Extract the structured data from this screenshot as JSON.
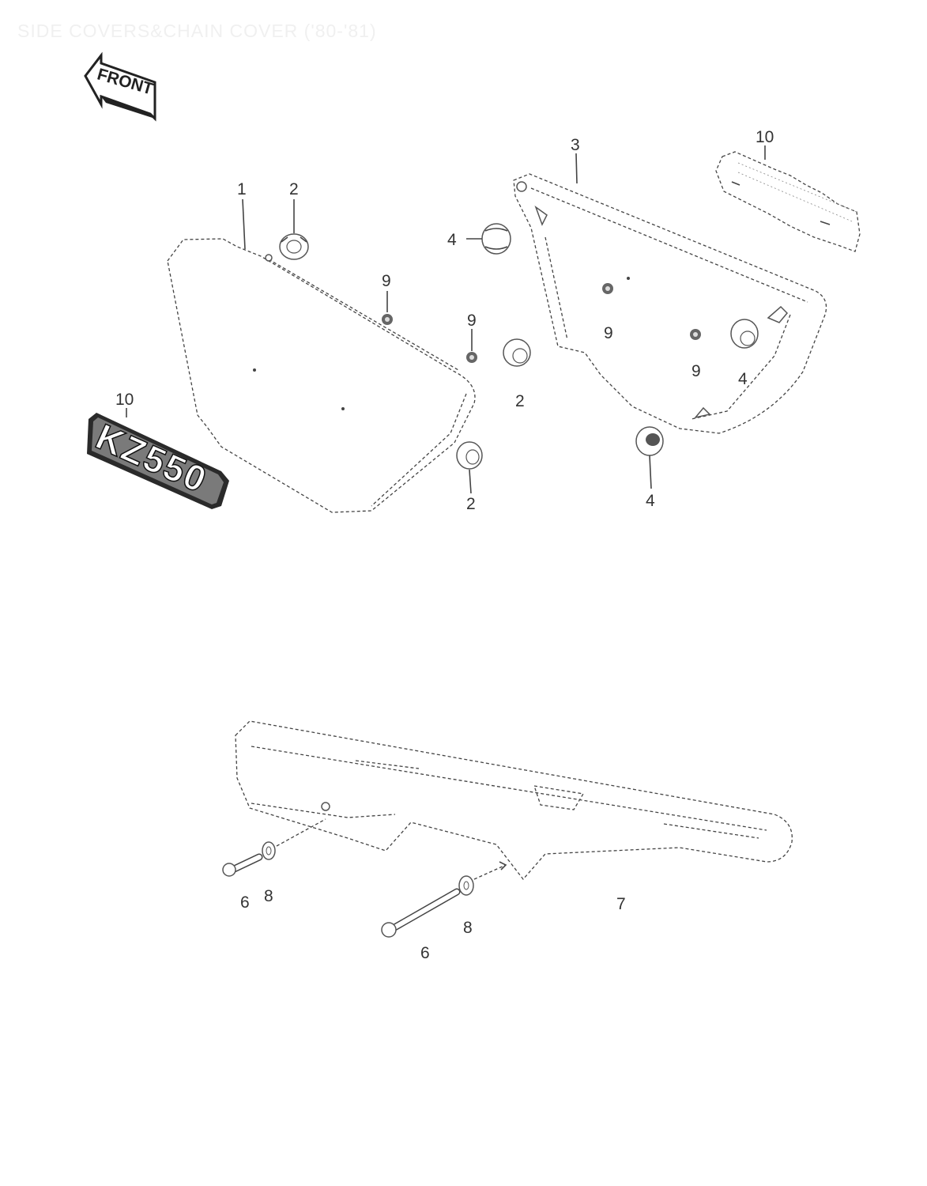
{
  "title": "SIDE COVERS&CHAIN COVER ('80-'81)",
  "front_label": "FRONT",
  "emblem_text": "KZ550",
  "callouts": {
    "c1": "1",
    "c2a": "2",
    "c2b": "2",
    "c2c": "2",
    "c3": "3",
    "c4a": "4",
    "c4b": "4",
    "c4c": "4",
    "c9a": "9",
    "c9b": "9",
    "c9c": "9",
    "c9d": "9",
    "c10a": "10",
    "c10b": "10",
    "c6a": "6",
    "c6b": "6",
    "c7": "7",
    "c8a": "8",
    "c8b": "8"
  }
}
